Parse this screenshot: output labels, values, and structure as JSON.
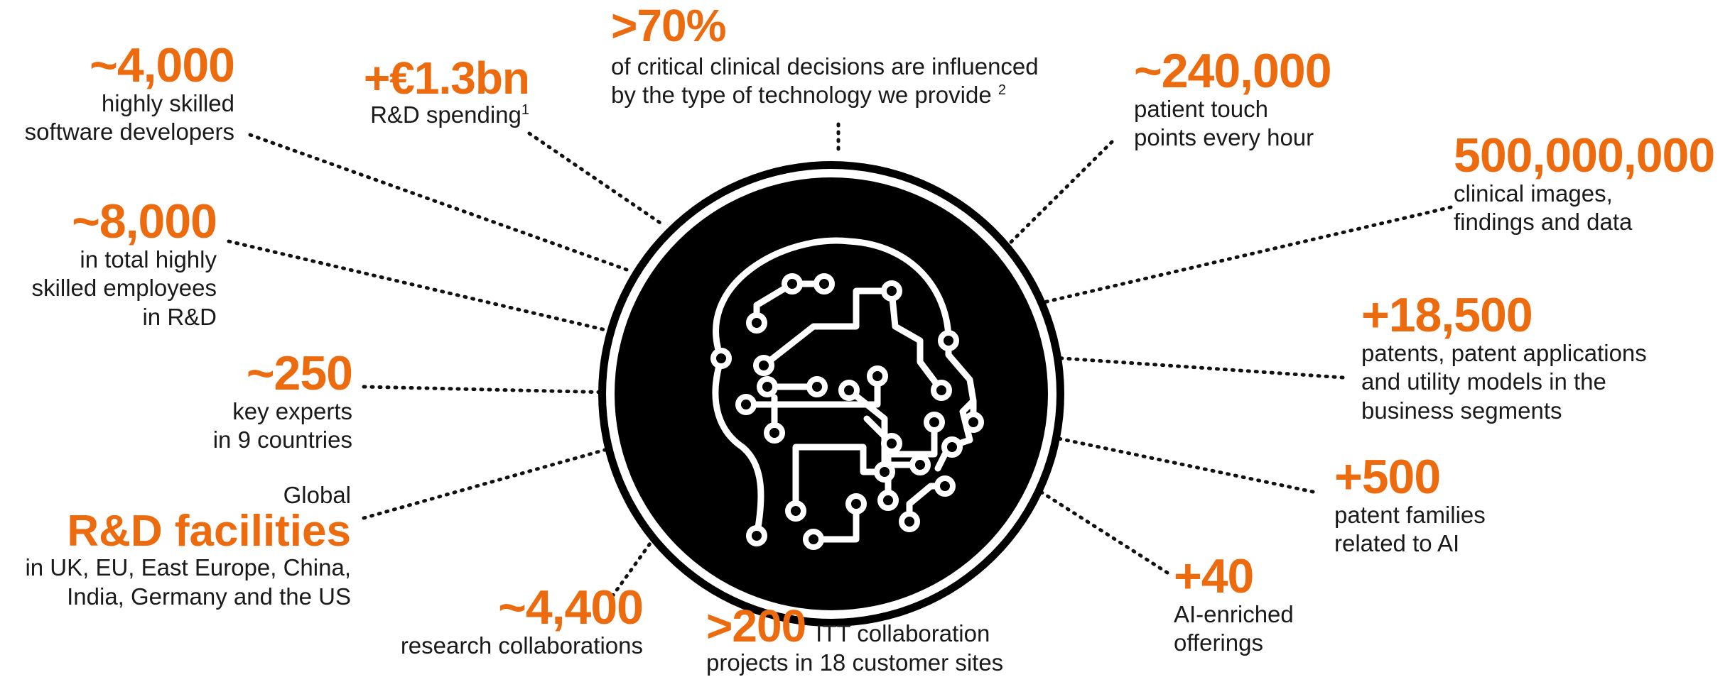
{
  "colors": {
    "accent": "#ec6b0f",
    "text": "#1a1a1a",
    "circle": "#000000",
    "wire": "#111111"
  },
  "center": {
    "icon": "ai-brain-circuit-icon"
  },
  "stats": {
    "developers": {
      "value": "~4,000",
      "lines": [
        "highly skilled",
        "software developers"
      ]
    },
    "rd_spend": {
      "value": "+€1.3bn",
      "text": "R&D spending",
      "footnote": "1"
    },
    "decisions": {
      "value": ">70%",
      "lines": [
        "of critical clinical decisions are influenced",
        "by the type of technology we provide"
      ],
      "footnote": "2"
    },
    "touchpoints": {
      "value": "~240,000",
      "lines": [
        "patient touch",
        "points every hour"
      ]
    },
    "images": {
      "value": "500,000,000",
      "lines": [
        "clinical images,",
        "findings and data"
      ]
    },
    "employees": {
      "value": "~8,000",
      "lines": [
        "in total highly",
        "skilled employees",
        "in R&D"
      ]
    },
    "experts": {
      "value": "~250",
      "lines": [
        "key experts",
        "in 9 countries"
      ]
    },
    "patents": {
      "value": "+18,500",
      "lines": [
        "patents, patent applications",
        "and utility models in the",
        "business segments"
      ]
    },
    "ai_patents": {
      "value": "+500",
      "lines": [
        "patent families",
        "related to AI"
      ]
    },
    "facilities": {
      "prefix": "Global",
      "value": "R&D facilities",
      "lines": [
        "in UK, EU, East Europe, China,",
        "India, Germany and the US"
      ]
    },
    "research": {
      "value": "~4,400",
      "lines": [
        "research collaborations"
      ]
    },
    "itt": {
      "value": ">200",
      "text": "ITT collaboration",
      "lines": [
        "projects in 18 customer sites"
      ]
    },
    "ai_offerings": {
      "value": "+40",
      "lines": [
        "AI-enriched",
        "offerings"
      ]
    }
  }
}
